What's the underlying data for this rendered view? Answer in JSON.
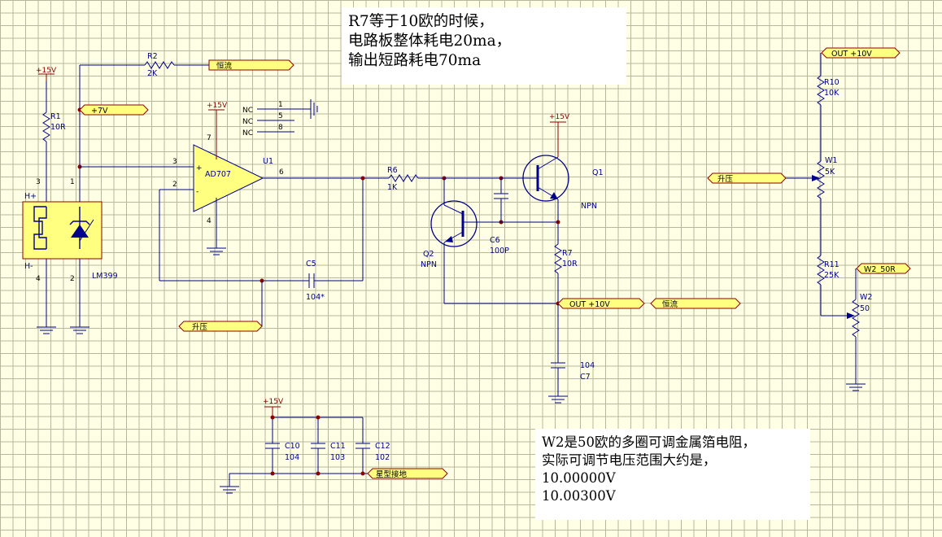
{
  "notes": {
    "top": [
      "R7等于10欧的时候，",
      "电路板整体耗电20ma，",
      "输出短路耗电70ma"
    ],
    "bottom": [
      "W2是50欧的多圈可调金属箔电阻，",
      "实际可调节电压范围大约是，",
      "10.00000V",
      "10.00300V"
    ]
  },
  "nets": {
    "p15v": "+15V",
    "hengliu": "恒流",
    "p7v": "+7V",
    "shengya": "升压",
    "out10v": "OUT +10V",
    "w2_50r": "W2_50R",
    "star_gnd": "星型接地"
  },
  "parts": {
    "r1": {
      "ref": "R1",
      "value": "10R"
    },
    "r2": {
      "ref": "R2",
      "value": "2K"
    },
    "u1": {
      "ref": "U1",
      "value": "AD707"
    },
    "lm399": {
      "value": "LM399",
      "hp": "H+",
      "hm": "H-"
    },
    "r6": {
      "ref": "R6",
      "value": "1K"
    },
    "q1": {
      "ref": "Q1",
      "value": "NPN"
    },
    "q2": {
      "ref": "Q2",
      "value": "NPN"
    },
    "c5": {
      "ref": "C5",
      "value": "104*"
    },
    "c6": {
      "ref": "C6",
      "value": "100P"
    },
    "r7": {
      "ref": "R7",
      "value": "10R"
    },
    "c7": {
      "ref": "C7",
      "value": "104"
    },
    "r10": {
      "ref": "R10",
      "value": "10K"
    },
    "w1": {
      "ref": "W1",
      "value": "5K"
    },
    "r11": {
      "ref": "R11",
      "value": "25K"
    },
    "w2": {
      "ref": "W2",
      "value": "50"
    },
    "c10": {
      "ref": "C10",
      "value": "104"
    },
    "c11": {
      "ref": "C11",
      "value": "103"
    },
    "c12": {
      "ref": "C12",
      "value": "102"
    }
  },
  "pins": {
    "u1_3": "3",
    "u1_2": "2",
    "u1_6": "6",
    "u1_7": "7",
    "u1_4": "4",
    "u1_plus": "+",
    "u1_minus": "-",
    "nc_label": "NC",
    "nc_1": "1",
    "nc_5": "5",
    "nc_8": "8",
    "lm_3": "3",
    "lm_1": "1",
    "lm_4": "4",
    "lm_2": "2"
  }
}
